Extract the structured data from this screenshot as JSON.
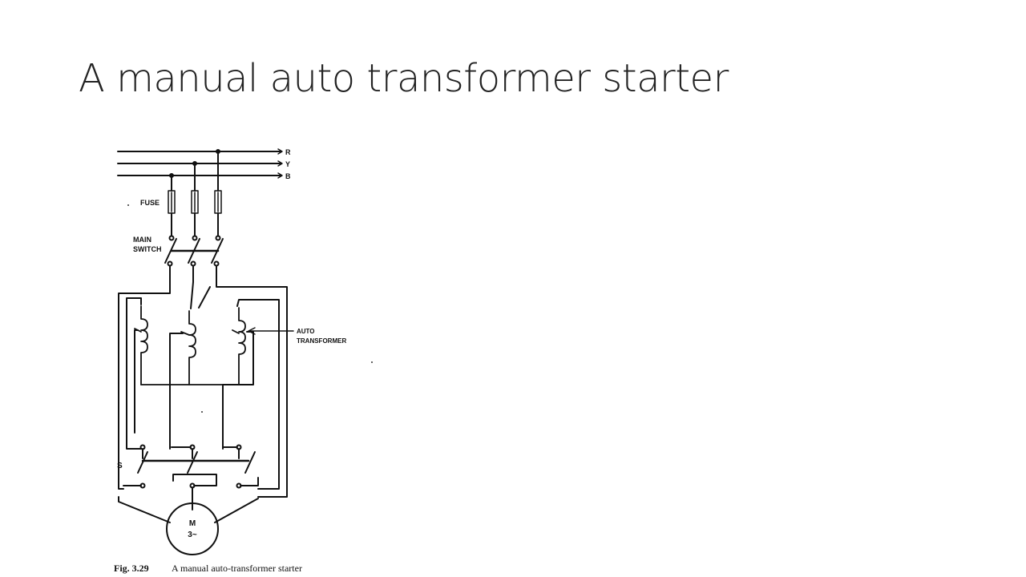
{
  "slide": {
    "title": "A manual auto transformer starter"
  },
  "diagram": {
    "phases": [
      "R",
      "Y",
      "B"
    ],
    "fuse_label": "FUSE",
    "main_switch_label_1": "MAIN",
    "main_switch_label_2": "SWITCH",
    "auto_transformer_label_1": "AUTO",
    "auto_transformer_label_2": "TRANSFORMER",
    "switch_label": "S",
    "motor_label_1": "M",
    "motor_label_2": "3~",
    "caption_number": "Fig. 3.29",
    "caption_text": "A manual auto-transformer starter"
  }
}
